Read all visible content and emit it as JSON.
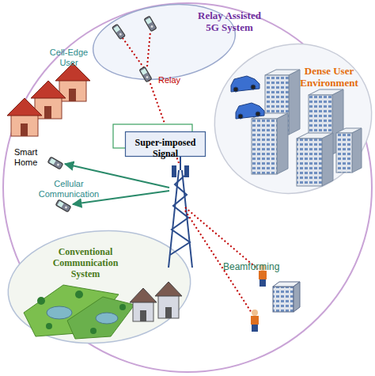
{
  "diagram": {
    "nodes": [
      {
        "text": [
          "Relay Assisted 5G System"
        ]
      },
      {
        "text": [
          "Dense User Environment"
        ]
      },
      {
        "text": [
          "Super-imposed Signal"
        ]
      },
      {
        "text": [
          "Conventional Communication System"
        ]
      }
    ],
    "labels": [
      "Cell-Edge User",
      "Relay",
      "Smart Home",
      "Cellular Communication",
      "Beamforming"
    ]
  }
}
